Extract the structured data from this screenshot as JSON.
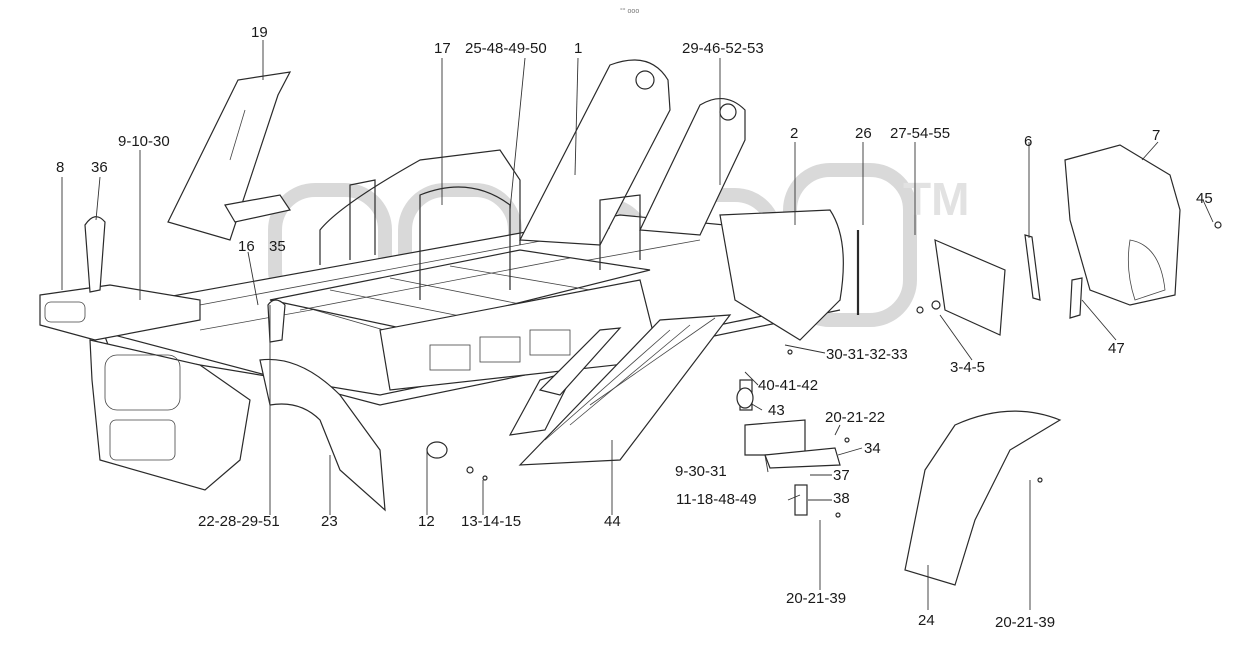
{
  "watermark": {
    "mark": "TM"
  },
  "header_text": "°° ooo",
  "callouts": [
    {
      "id": "c19",
      "text": "19"
    },
    {
      "id": "c17",
      "text": "17"
    },
    {
      "id": "c25",
      "text": "25-48-49-50"
    },
    {
      "id": "c1",
      "text": "1"
    },
    {
      "id": "c29",
      "text": "29-46-52-53"
    },
    {
      "id": "c2",
      "text": "2"
    },
    {
      "id": "c26",
      "text": "26"
    },
    {
      "id": "c27",
      "text": "27-54-55"
    },
    {
      "id": "c6",
      "text": "6"
    },
    {
      "id": "c7",
      "text": "7"
    },
    {
      "id": "c45",
      "text": "45"
    },
    {
      "id": "c47",
      "text": "47"
    },
    {
      "id": "c3",
      "text": "3-4-5"
    },
    {
      "id": "c30",
      "text": "30-31-32-33"
    },
    {
      "id": "c40",
      "text": "40-41-42"
    },
    {
      "id": "c43",
      "text": "43"
    },
    {
      "id": "c20a",
      "text": "20-21-22"
    },
    {
      "id": "c34",
      "text": "34"
    },
    {
      "id": "c9b",
      "text": "9-30-31"
    },
    {
      "id": "c37",
      "text": "37"
    },
    {
      "id": "c11",
      "text": "11-18-48-49"
    },
    {
      "id": "c38",
      "text": "38"
    },
    {
      "id": "c20b",
      "text": "20-21-39"
    },
    {
      "id": "c24",
      "text": "24"
    },
    {
      "id": "c20c",
      "text": "20-21-39"
    },
    {
      "id": "c44",
      "text": "44"
    },
    {
      "id": "c13",
      "text": "13-14-15"
    },
    {
      "id": "c12",
      "text": "12"
    },
    {
      "id": "c23",
      "text": "23"
    },
    {
      "id": "c22",
      "text": "22-28-29-51"
    },
    {
      "id": "c8",
      "text": "8"
    },
    {
      "id": "c36",
      "text": "36"
    },
    {
      "id": "c9a",
      "text": "9-10-30"
    },
    {
      "id": "c16",
      "text": "16"
    },
    {
      "id": "c35",
      "text": "35"
    }
  ]
}
